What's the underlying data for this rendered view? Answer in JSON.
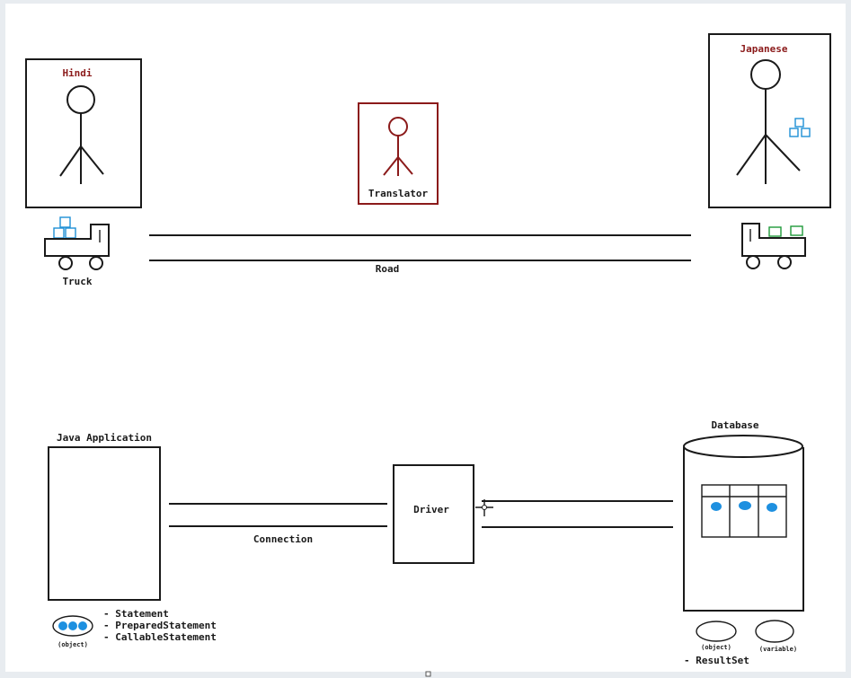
{
  "analogy": {
    "left_person_label": "Hindi",
    "right_person_label": "Japanese",
    "translator_label": "Translator",
    "truck_label": "Truck",
    "road_label": "Road"
  },
  "jdbc": {
    "app_label": "Java Application",
    "connection_label": "Connection",
    "driver_label": "Driver",
    "database_label": "Database",
    "statement_object_label": "(object)",
    "statement_types": [
      "- Statement",
      "- PreparedStatement",
      "- CallableStatement"
    ],
    "resultset_object_label": "(object)",
    "resultset_variable_label": "(variable)",
    "resultset_label": "- ResultSet"
  },
  "colors": {
    "ink": "#1a1a1a",
    "label_red": "#8b1a1a",
    "box_blue": "#1e90d6",
    "box_green": "#1f9a3a",
    "dot_blue": "#1e90e0"
  }
}
